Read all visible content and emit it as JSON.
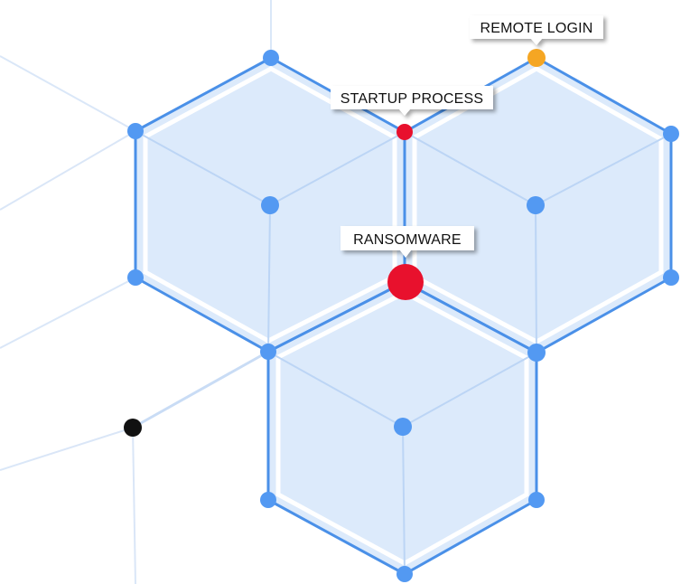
{
  "diagram": {
    "labels": {
      "remote_login": "REMOTE LOGIN",
      "startup_process": "STARTUP PROCESS",
      "ransomware": "RANSOMWARE"
    },
    "colors": {
      "edge": "#4a90e8",
      "node": "#5399f2",
      "face_fill": "#dceafb",
      "alert_red": "#e8112d",
      "warning_orange": "#f5a623",
      "neutral_black": "#111111",
      "faint_line": "#c9dcf5"
    },
    "node_states": {
      "remote_login": "warning",
      "startup_process": "alert",
      "ransomware": "alert",
      "isolated_node": "neutral"
    }
  }
}
